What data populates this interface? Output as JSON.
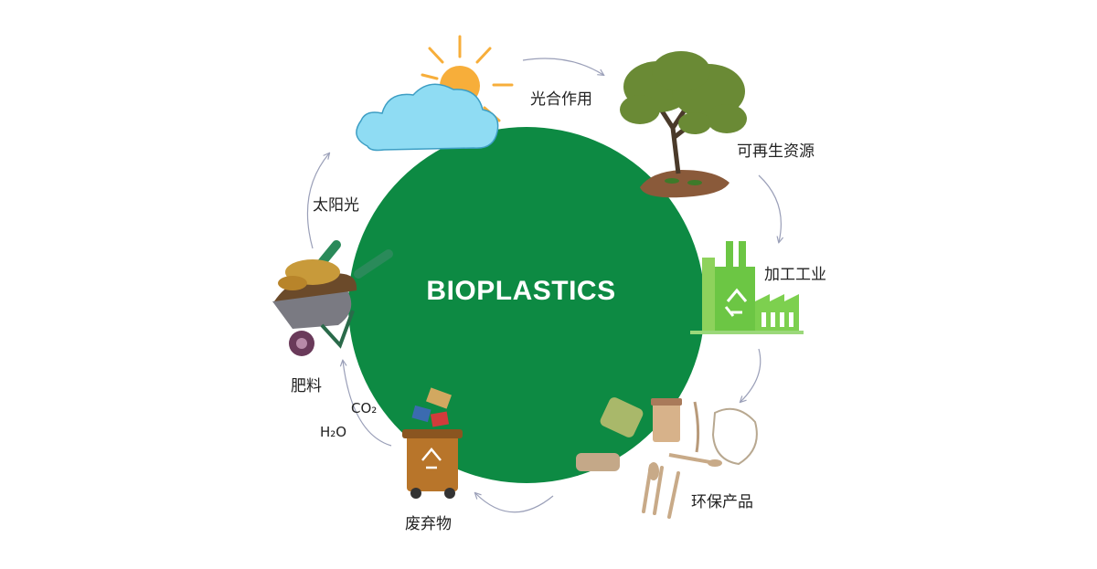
{
  "diagram": {
    "center_label": "BIOPLASTICS",
    "stages": {
      "photosynthesis": "光合作用",
      "renewable_resources": "可再生资源",
      "processing_industry": "加工工业",
      "eco_products": "环保产品",
      "waste": "废弃物",
      "co2": "CO₂",
      "h2o": "H₂O",
      "fertilizer": "肥料",
      "sunlight": "太阳光"
    },
    "colors": {
      "circle": "#0d8a43",
      "arrow": "#9a9fb8",
      "sun": "#f7ae3a",
      "cloud": "#8fdcf3",
      "factory": "#6cc644",
      "bin": "#b8752a",
      "tree": "#6a8a35",
      "soil": "#8a5a3a"
    }
  }
}
